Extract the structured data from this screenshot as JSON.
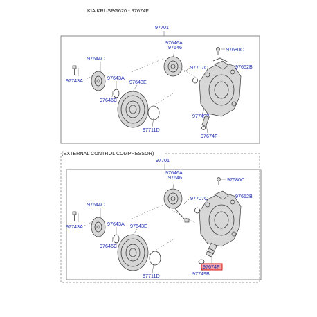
{
  "header": {
    "title": "KIA KRUSPG620 - 97674F"
  },
  "section_top": {
    "callouts": {
      "c97701": "97701",
      "c97646a": "97646A",
      "c97646": "97646",
      "c97680c": "97680C",
      "c97652b": "97652B",
      "c97644c": "97644C",
      "c97707c": "97707C",
      "c97743a": "97743A",
      "c97643a": "97643A",
      "c97643e": "97643E",
      "c97646c": "97646C",
      "c97749b": "97749B",
      "c97711d": "97711D",
      "c97674f": "97674F"
    }
  },
  "section_bottom": {
    "frame_title": "(EXTERNAL CONTROL COMPRESSOR)",
    "callouts": {
      "c97701": "97701",
      "c97646a": "97646A",
      "c97646": "97646",
      "c97680c": "97680C",
      "c97652b": "97652B",
      "c97707c": "97707C",
      "c97644c": "97644C",
      "c97743a": "97743A",
      "c97643a": "97643A",
      "c97643e": "97643E",
      "c97646c": "97646C",
      "c97674f": "97674F",
      "c97749b": "97749B",
      "c97711d": "97711D"
    }
  },
  "colors": {
    "label": "#1f2fb0",
    "highlight_fill": "#f3a3a3",
    "highlight_border": "#d40000"
  }
}
